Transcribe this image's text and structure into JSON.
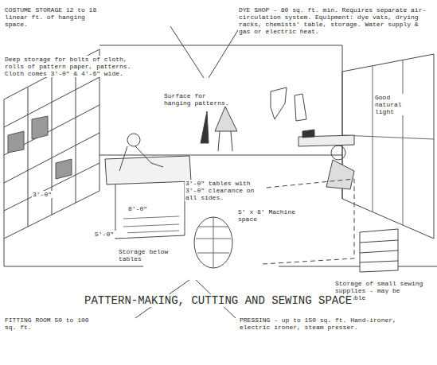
{
  "diagram": {
    "title": "PATTERN-MAKING, CUTTING AND SEWING SPACE",
    "labels": [
      "COSTUME STORAGE 12 to 18 linear ft. of hanging space.",
      "DYE SHOP - 80 sq. ft. min. Requires separate air-circulation system. Equipment: dye vats, drying racks, chemists' table, storage. Water supply & gas or electric heat.",
      "Deep storage for bolts of cloth, rolls of pattern paper, patterns. Cloth comes 3'-0\" & 4'-6\" wide.",
      "Surface for hanging patterns.",
      "Good natural light",
      "3'-0\" tables with 3'-0\" clearance on all sides.",
      "3'-0\"",
      "8'-0\"",
      "5'-0\"",
      "5' x 8' Machine space",
      "Storage below tables",
      "Storage of small sewing supplies - may be portable",
      "FITTING ROOM 50 to 100 sq. ft.",
      "PRESSING - up to 150 sq. ft. Hand-ironer, electric ironer, steam presser."
    ]
  }
}
